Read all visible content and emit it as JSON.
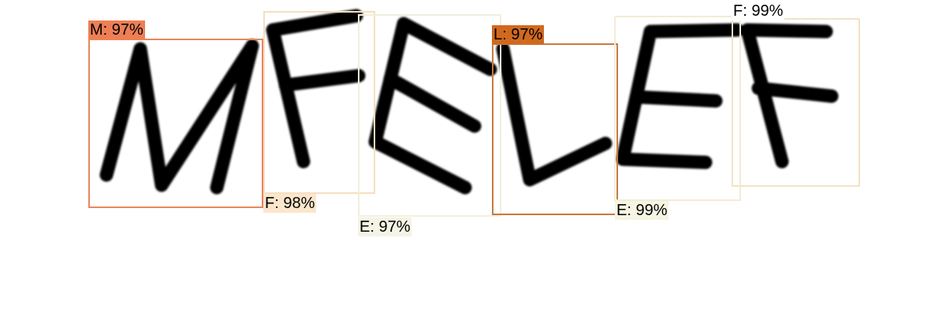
{
  "image": {
    "description_text": "MFELEF"
  },
  "detections": [
    {
      "label": "M: 97%",
      "character": "M",
      "confidence": "97%",
      "box_color": "#e9865f",
      "tag_color": "#ee7f55",
      "label_position": "above"
    },
    {
      "label": "F: 98%",
      "character": "F",
      "confidence": "98%",
      "box_color": "#f4dfc0",
      "tag_color": "#fbe6cc",
      "label_position": "below"
    },
    {
      "label": "E: 97%",
      "character": "E",
      "confidence": "97%",
      "box_color": "#f1efdc",
      "tag_color": "#f4f3e4",
      "label_position": "below"
    },
    {
      "label": "L: 97%",
      "character": "L",
      "confidence": "97%",
      "box_color": "#c87a3e",
      "tag_color": "#d0691f",
      "label_position": "above"
    },
    {
      "label": "E: 99%",
      "character": "E",
      "confidence": "99%",
      "box_color": "#f3ecd6",
      "tag_color": "#f6f4e2",
      "label_position": "below"
    },
    {
      "label": "F: 99%",
      "character": "F",
      "confidence": "99%",
      "box_color": "#f3e2c6",
      "tag_color": "#ffffff",
      "label_position": "above"
    }
  ]
}
